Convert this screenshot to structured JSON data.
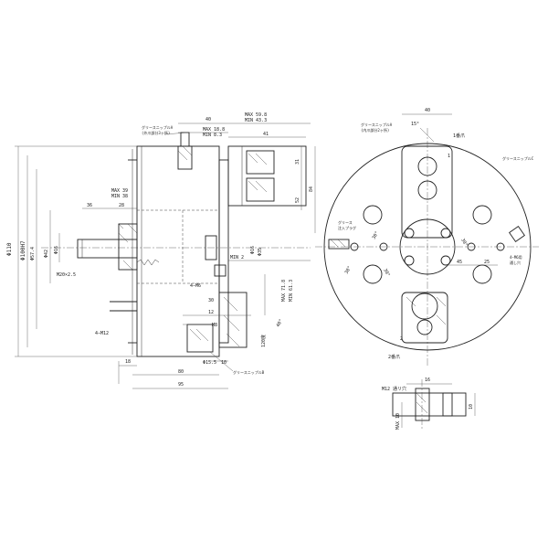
{
  "side_view": {
    "d_110": "Φ110",
    "d_100h7": "Φ100H7",
    "d_57_4": "Φ57.4",
    "d_42": "Φ42",
    "d_16": "Φ16",
    "d_35": "Φ35",
    "d_16b": "Φ16",
    "dim_36": "36",
    "dim_28": "28",
    "max_39": "MAX 39",
    "min_38": "MIN 38",
    "max_18_8": "MAX 18.8",
    "min_8_3": "MIN 8.3",
    "max_59_8": "MAX 59.8",
    "min_43_3": "MIN 43.3",
    "dim_40": "40",
    "dim_41": "41",
    "dim_31": "31",
    "dim_52": "52",
    "dim_84": "84",
    "min_2": "MIN 2",
    "m20": "M20×2.5",
    "m6": "4−M6",
    "m12": "4−M12",
    "max_71_8": "MAX 71.8",
    "min_61_3": "MIN 61.3",
    "dim_30": "30",
    "dim_12": "12",
    "m8": "M8",
    "dim_120": "120度",
    "angle_40": "40°",
    "d_15_5": "Φ15.5",
    "dim_18": "18",
    "dim_80": "80",
    "dim_95": "95",
    "dim_10": "10",
    "grease_a": "グリースニップルA",
    "grease_a_note": "(外爪部分3ヶ所)",
    "grease_b": "グリースニップルB"
  },
  "front_view": {
    "dim_40": "40",
    "angle_15": "15°",
    "grease_a": "グリースニップルA",
    "grease_a_note": "(内爪部分2ヶ所)",
    "jaw1": "1番爪",
    "num1": "1",
    "grease_c": "グリースニップルC",
    "grease_plug_1": "グリース",
    "grease_plug_2": "注入プラグ",
    "hole_note_1": "4−M6用",
    "hole_note_2": "通し穴",
    "angle_30a": "30°",
    "angle_30b": "30°",
    "angle_30c": "30°",
    "angle_38": "38°",
    "dim_45": "45",
    "dim_25": "25",
    "num2": "2",
    "jaw2": "2番爪"
  },
  "detail": {
    "m12": "M12 通リ穴",
    "dim_16": "16",
    "dim_10": "10",
    "max_10": "MAX 10"
  }
}
